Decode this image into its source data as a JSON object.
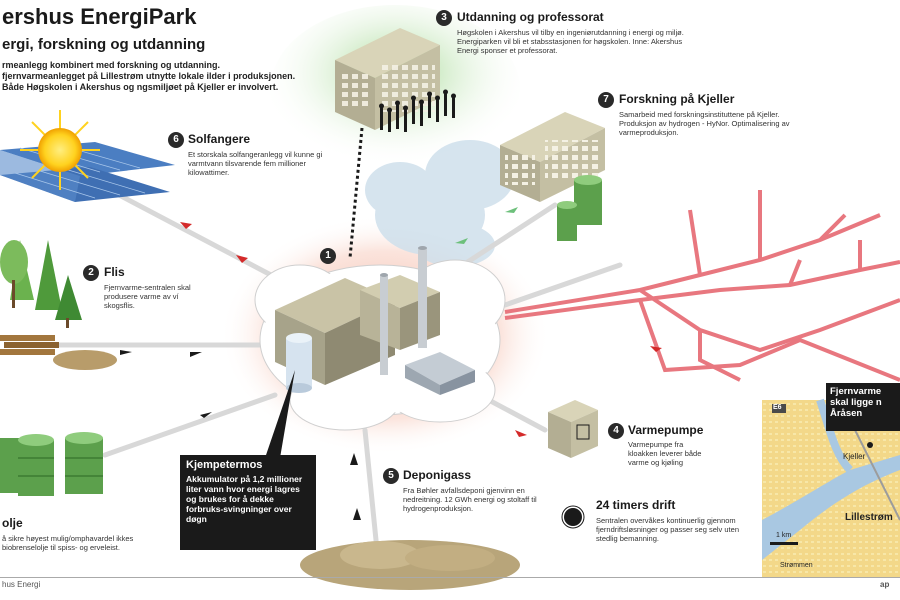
{
  "header": {
    "title": "ershus EnergiPark",
    "subtitle": "ergi, forskning og utdanning",
    "intro": "rmeanlegg kombinert med forskning og utdanning. fjernvarmeanlegget på Lillestrøm utnytte lokale ilder i produksjonen. Både Høgskolen i Akershus og ngsmiljøet på Kjeller er involvert."
  },
  "sections": [
    {
      "num": "6",
      "title": "Solfangere",
      "text": "Et storskala solfangeranlegg vil kunne gi varmtvann tilsvarende fem millioner kilowattimer."
    },
    {
      "num": "2",
      "title": "Flis",
      "text": "Fjernvarme-sentralen skal produsere varme av ví skogsflis."
    },
    {
      "num": "3",
      "title": "Utdanning og professorat",
      "text": "Høgskolen i Akershus vil tilby en ingeniørutdanning i energi og miljø. Energiparken vil bli et stabsstasjonen for høgskolen. Inne: Akershus Energi sponser et professorat."
    },
    {
      "num": "7",
      "title": "Forskning på Kjeller",
      "text": "Samarbeid med forskningsinstituttene på Kjeller. Produksjon av hydrogen - HyNor. Optimalisering av varmeproduksjon."
    },
    {
      "num": "1",
      "title": "",
      "text": ""
    },
    {
      "num": "4",
      "title": "Varmepumpe",
      "text": "Varmepumpe fra kloakken leverer både varme og kjøling"
    },
    {
      "num": "5",
      "title": "Deponigass",
      "text": "Fra Bøhler avfallsdeponi gjenvinn en nedreitning. 12 GWh energi og stoltaff til hydrogenproduksjon."
    },
    {
      "num": "",
      "title": "24 timers drift",
      "text": "Sentralen overvåkes kontinuerlig gjennom fjerndriftsløsninger og passer seg selv uten stedlig bemanning."
    },
    {
      "num": "",
      "title": "olje",
      "text": "å sikre høyest mulig/omphavardel ikkes biobrenselolje til spiss- og erveleist."
    }
  ],
  "callout": {
    "heading": "Kjempetermos",
    "text": "Akkumulator på 1,2 millioner liter vann hvor energi lagres og brukes for å dekke forbruks-svingninger over døgn"
  },
  "map": {
    "callout_text": "Fjernvarme skal ligge n Åråsen",
    "labels": {
      "road": "E6",
      "kjeller": "Kjeller",
      "lillestrom": "Lillestrøm",
      "scale": "1 km",
      "strommen": "Strømmen"
    }
  },
  "footer": {
    "source": "hus Energi",
    "credit": "ap"
  },
  "colors": {
    "pipe_red": "#e8777f",
    "arrow_red": "#d42a2a",
    "arrow_green": "#6dc07b",
    "arrow_blue": "#6a9fd8",
    "building": "#c9c3a6",
    "storage_green": "#5ca04c"
  }
}
